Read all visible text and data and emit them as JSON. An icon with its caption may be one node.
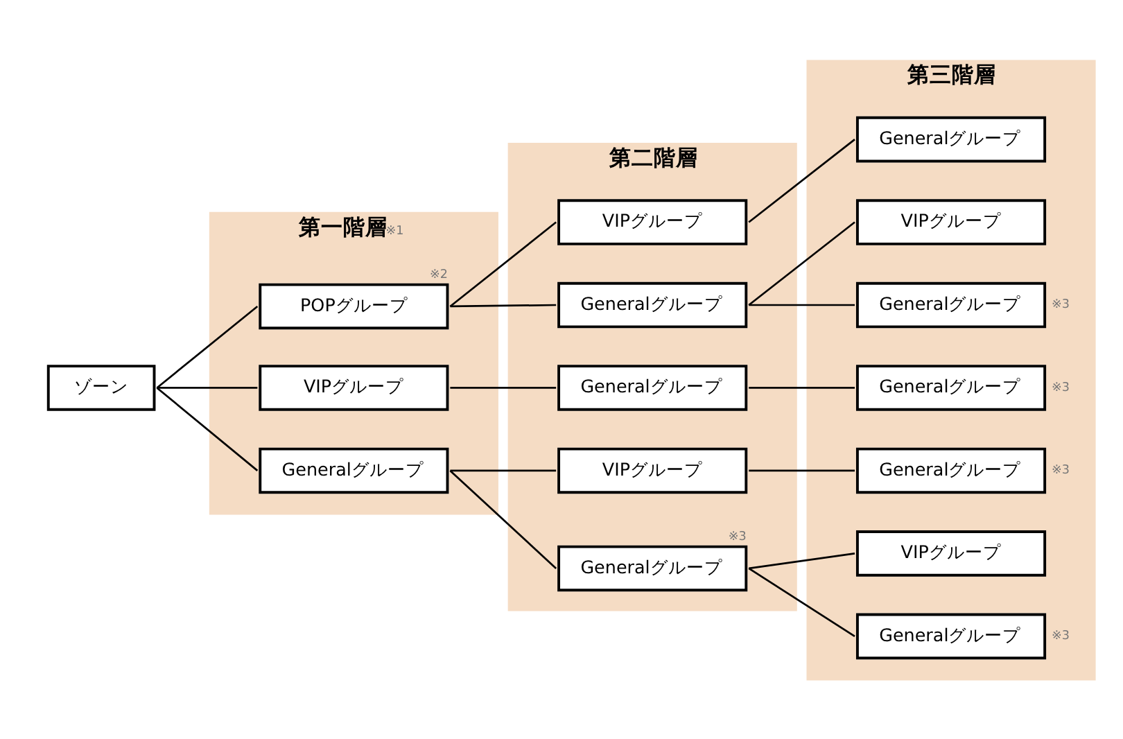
{
  "diagram": {
    "nodes": [
      {
        "text": [
          "ゾーン"
        ]
      },
      {
        "text": [
          "第一階層"
        ],
        "beside": [
          "※1"
        ]
      },
      {
        "text": [
          "POPグループ"
        ],
        "in": 1,
        "beside": [
          "※2"
        ]
      },
      {
        "text": [
          "VIPグループ"
        ],
        "in": 1
      },
      {
        "text": [
          "Generalグループ"
        ],
        "in": 1
      },
      {
        "text": [
          "第二階層"
        ]
      },
      {
        "text": [
          "VIPグループ"
        ],
        "in": 5
      },
      {
        "text": [
          "Generalグループ"
        ],
        "in": 5
      },
      {
        "text": [
          "Generalグループ"
        ],
        "in": 5
      },
      {
        "text": [
          "VIPグループ"
        ],
        "in": 5
      },
      {
        "text": [
          "Generalグループ"
        ],
        "in": 5,
        "beside": [
          "※3"
        ]
      },
      {
        "text": [
          "第三階層"
        ]
      },
      {
        "text": [
          "Generalグループ"
        ],
        "in": 11
      },
      {
        "text": [
          "VIPグループ"
        ],
        "in": 11
      },
      {
        "text": [
          "Generalグループ"
        ],
        "in": 11,
        "beside": [
          "※3"
        ]
      },
      {
        "text": [
          "Generalグループ"
        ],
        "in": 11,
        "beside": [
          "※3"
        ]
      },
      {
        "text": [
          "Generalグループ"
        ],
        "in": 11,
        "beside": [
          "※3"
        ]
      },
      {
        "text": [
          "VIPグループ"
        ],
        "in": 11
      },
      {
        "text": [
          "Generalグループ"
        ],
        "in": 11,
        "beside": [
          "※3"
        ]
      }
    ],
    "edges": [
      {
        "from": 0,
        "to": 2,
        "arrow": "none"
      },
      {
        "from": 0,
        "to": 3,
        "arrow": "none"
      },
      {
        "from": 0,
        "to": 4,
        "arrow": "none"
      },
      {
        "from": 2,
        "to": 6,
        "arrow": "none"
      },
      {
        "from": 2,
        "to": 7,
        "arrow": "none"
      },
      {
        "from": 3,
        "to": 8,
        "arrow": "none"
      },
      {
        "from": 4,
        "to": 9,
        "arrow": "none"
      },
      {
        "from": 4,
        "to": 10,
        "arrow": "none"
      },
      {
        "from": 6,
        "to": 12,
        "arrow": "none"
      },
      {
        "from": 7,
        "to": 13,
        "arrow": "none"
      },
      {
        "from": 7,
        "to": 14,
        "arrow": "none"
      },
      {
        "from": 8,
        "to": 15,
        "arrow": "none"
      },
      {
        "from": 9,
        "to": 16,
        "arrow": "none"
      },
      {
        "from": 10,
        "to": 17,
        "arrow": "none"
      },
      {
        "from": 10,
        "to": 18,
        "arrow": "none"
      }
    ]
  }
}
